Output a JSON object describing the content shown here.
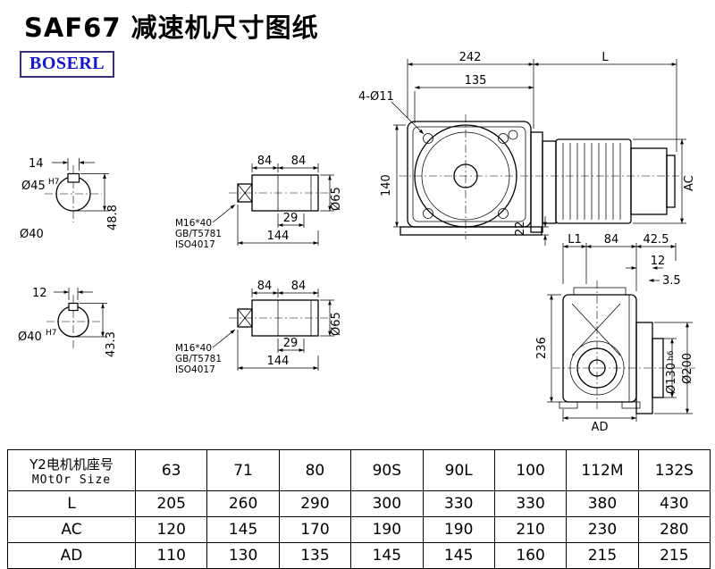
{
  "page": {
    "title": "SAF67 减速机尺寸图纸",
    "brand": "BOSERL"
  },
  "drawing": {
    "shaft_section_top": {
      "key_width": "14",
      "dia": "Ø45",
      "dia_tol": "H7",
      "key_height": "48.8",
      "bore_label": "Ø40"
    },
    "shaft_section_bottom": {
      "key_width": "12",
      "dia": "Ø40",
      "dia_tol": "H7",
      "key_height": "43.3"
    },
    "shaft_detail_top": {
      "seg_a": "84",
      "seg_b": "84",
      "key_len": "29",
      "length": "144",
      "dia": "Ø65",
      "bolt": "M16*40",
      "std_gb": "GB/T5781",
      "std_iso": "ISO4017"
    },
    "shaft_detail_bottom": {
      "seg_a": "84",
      "seg_b": "84",
      "key_len": "29",
      "length": "144",
      "dia": "Ø65",
      "bolt": "M16*40",
      "std_gb": "GB/T5781",
      "std_iso": "ISO4017"
    },
    "front_view": {
      "housing_width": "242",
      "motor_length": "L",
      "flange_width": "135",
      "holes": "4-Ø11",
      "flange_height": "140",
      "foot": "22",
      "motor_dia": "AC"
    },
    "side_view": {
      "l1": "L1",
      "d84": "84",
      "d42_5": "42.5",
      "d12": "12",
      "d3_5": "3.5",
      "height": "236",
      "pilot_dia": "Ø130",
      "pilot_tol": "h6",
      "flange_dia": "Ø200",
      "foot_width": "AD"
    }
  },
  "table": {
    "header_cn": "Y2电机机座号",
    "header_en": "MOtOr Size",
    "sizes": [
      "63",
      "71",
      "80",
      "90S",
      "90L",
      "100",
      "112M",
      "132S"
    ],
    "rows": [
      {
        "label": "L",
        "values": [
          "205",
          "260",
          "290",
          "300",
          "330",
          "330",
          "380",
          "430"
        ]
      },
      {
        "label": "AC",
        "values": [
          "120",
          "145",
          "170",
          "190",
          "190",
          "210",
          "230",
          "280"
        ]
      },
      {
        "label": "AD",
        "values": [
          "110",
          "130",
          "135",
          "145",
          "145",
          "160",
          "215",
          "215"
        ]
      }
    ]
  }
}
